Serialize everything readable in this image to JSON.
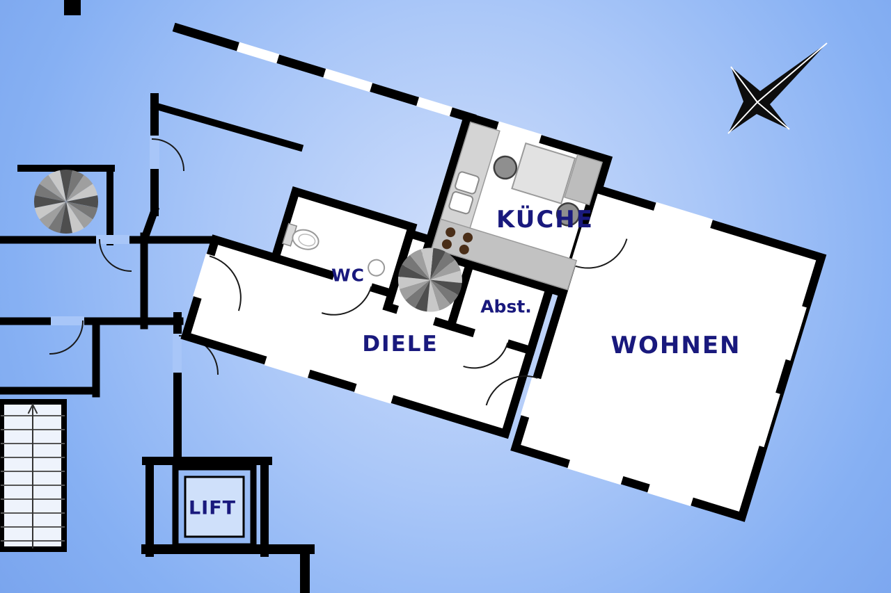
{
  "plan": {
    "type": "apartment-floor-plan"
  },
  "rooms": [
    {
      "id": "kueche",
      "label": "KÜCHE"
    },
    {
      "id": "wohnen",
      "label": "WOHNEN"
    },
    {
      "id": "diele",
      "label": "DIELE"
    },
    {
      "id": "wc",
      "label": "WC"
    },
    {
      "id": "abst",
      "label": "Abst."
    },
    {
      "id": "lift",
      "label": "LIFT"
    }
  ],
  "icons": {
    "compass-rose": "four-point star pointing north-east",
    "spiral-staircase": "radial gray fan of steps",
    "straight-staircase": "treads with up arrow",
    "door-arc": "quarter-circle swing",
    "stove": "four burner dots",
    "toilet": "bowl with tank",
    "sink": "basin circle"
  },
  "colors": {
    "background_center": "#cfdefb",
    "background_edge": "#7aa5ee",
    "wall": "#000000",
    "room_fill": "#ffffff",
    "label_text": "#19197d",
    "counter_gray": "#c2c2c2",
    "stair_fan_dark": "#4e4e4e",
    "stair_fan_light": "#c8c8c8",
    "burner_brown": "#4a2e18"
  }
}
